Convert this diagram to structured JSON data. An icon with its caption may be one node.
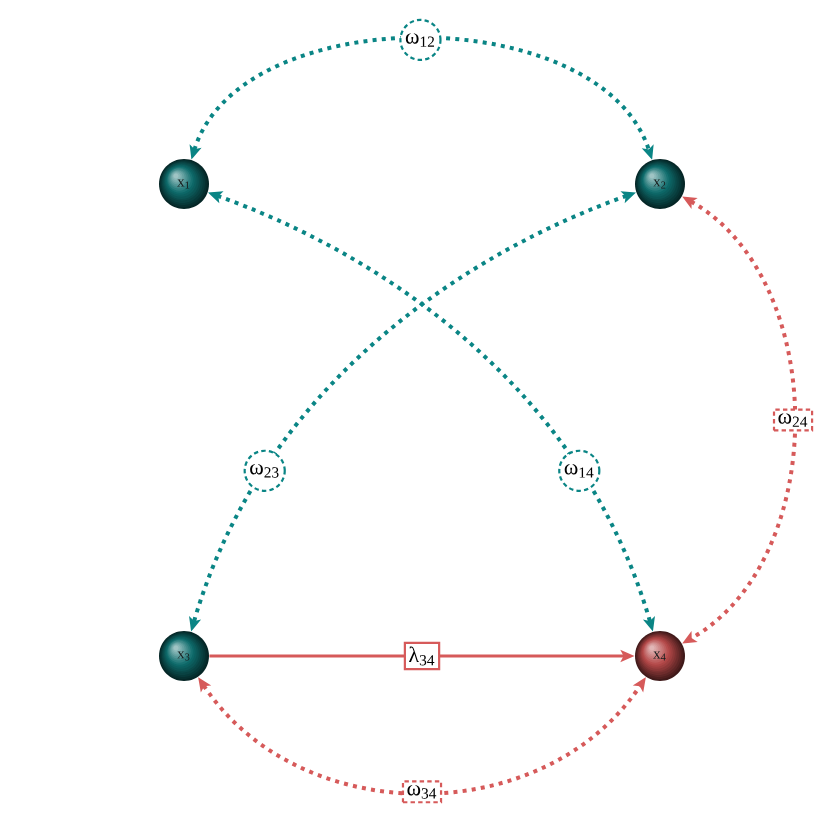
{
  "diagram": {
    "nodes": [
      {
        "text": [
          "x$_{1}$"
        ]
      },
      {
        "text": [
          "x$_{2}$"
        ]
      },
      {
        "text": [
          "x$_{3}$"
        ]
      },
      {
        "text": [
          "x$_{4}$"
        ]
      }
    ],
    "edges": [
      {
        "from": 0,
        "to": 1,
        "arrow": "both",
        "label": "ω$_{12}$",
        "color": "#0a8585",
        "style": "dashed"
      },
      {
        "from": 0,
        "to": 3,
        "arrow": "both",
        "label": "ω$_{14}$",
        "color": "#0a8585",
        "style": "dashed"
      },
      {
        "from": 1,
        "to": 2,
        "arrow": "both",
        "label": "ω$_{23}$",
        "color": "#0a8585",
        "style": "dashed"
      },
      {
        "from": 1,
        "to": 3,
        "arrow": "both",
        "label": "ω$_{24}$",
        "color": "#d65a5a",
        "style": "dashed"
      },
      {
        "from": 2,
        "to": 3,
        "arrow": "both",
        "label": "ω$_{34}$",
        "color": "#d65a5a",
        "style": "dashed"
      },
      {
        "from": 2,
        "to": 3,
        "arrow": "to",
        "label": "λ$_{34}$",
        "color": "#d65a5a"
      }
    ]
  }
}
